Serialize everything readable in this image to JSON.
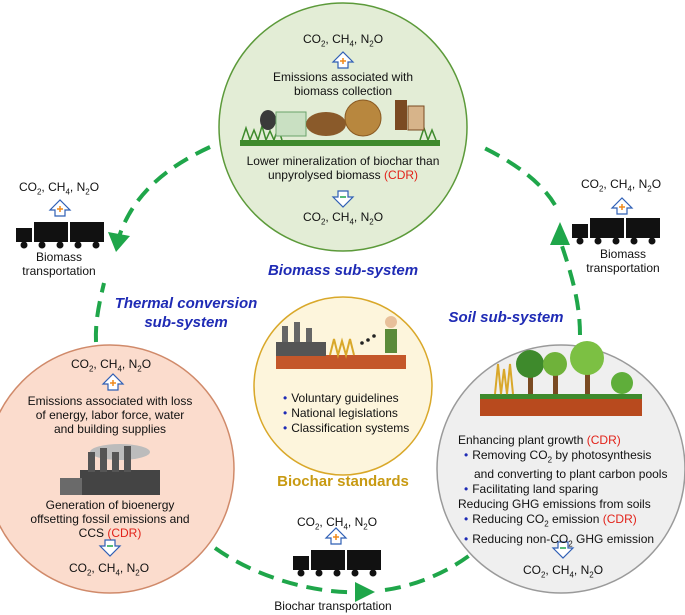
{
  "gas": {
    "co2": "CO",
    "co2_sub": "2",
    "ch4": "CH",
    "ch4_sub": "4",
    "n2o": "N",
    "n2o_sub": "2",
    "n2o_end": "O",
    "sep": ", "
  },
  "biomass": {
    "title": "Biomass sub-system",
    "emissions_line1": "Emissions associated with",
    "emissions_line2": "biomass collection",
    "lower_line1": "Lower mineralization of biochar than",
    "lower_line2": "unpyrolysed biomass",
    "cdr": "(CDR)"
  },
  "thermal": {
    "title_line1": "Thermal conversion",
    "title_line2": "sub-system",
    "emissions_line1": "Emissions associated with loss",
    "emissions_line2": "of energy, labor force, water",
    "emissions_line3": "and building supplies",
    "gen_line1": "Generation of bioenergy",
    "gen_line2": "offsetting fossil emissions and",
    "gen_line3": "CCS",
    "cdr": "(CDR)"
  },
  "soil": {
    "title": "Soil sub-system",
    "head1": "Enhancing plant growth",
    "head1_cdr": "(CDR)",
    "b1_line1": "Removing CO",
    "b1_sub": "2",
    "b1_rest": " by photosynthesis",
    "b1_line2": "and converting to plant carbon pools",
    "b2": "Facilitating land sparing",
    "head2": "Reducing  GHG emissions from soils",
    "b3": "Reducing CO",
    "b3_sub": "2",
    "b3_rest": " emission ",
    "b3_cdr": "(CDR)",
    "b4": "Reducing non-CO",
    "b4_sub": "2",
    "b4_rest": " GHG emission"
  },
  "standards": {
    "title": "Biochar standards",
    "items": [
      "Voluntary guidelines",
      "National legislations",
      "Classification systems"
    ]
  },
  "transport": {
    "biomass_left_line1": "Biomass",
    "biomass_left_line2": "transportation",
    "biomass_right_line1": "Biomass",
    "biomass_right_line2": "transportation",
    "biochar": "Biochar transportation"
  },
  "colors": {
    "green_fill": "#e3edd6",
    "green_stroke": "#5c9a3a",
    "red_fill": "#fbdccd",
    "red_stroke": "#d08a6a",
    "gold_fill": "#fdf5dc",
    "gold_stroke": "#d9a82a",
    "grey_fill": "#efefef",
    "grey_stroke": "#9a9a9a",
    "arrow": "#1fa64a",
    "title_blue": "#1f2bb5",
    "standards_gold": "#c89a12",
    "cdr_red": "#e2231a"
  }
}
